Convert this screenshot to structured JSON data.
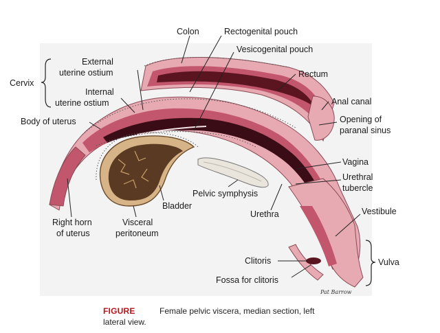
{
  "labels": {
    "colon": "Colon",
    "rectogenital_pouch": "Rectogenital pouch",
    "vesicogenital_pouch": "Vesicogenital pouch",
    "external_uterine_ostium_1": "External",
    "external_uterine_ostium_2": "uterine ostium",
    "cervix": "Cervix",
    "internal_uterine_ostium_1": "Internal",
    "internal_uterine_ostium_2": "uterine ostium",
    "rectum": "Rectum",
    "anal_canal": "Anal canal",
    "body_of_uterus": "Body of uterus",
    "opening_paranal_sinus_1": "Opening of",
    "opening_paranal_sinus_2": "paranal sinus",
    "vagina": "Vagina",
    "urethral_tubercle_1": "Urethral",
    "urethral_tubercle_2": "tubercle",
    "pelvic_symphysis": "Pelvic symphysis",
    "bladder": "Bladder",
    "right_horn_1": "Right horn",
    "right_horn_2": "of uterus",
    "visceral_peritoneum_1": "Visceral",
    "visceral_peritoneum_2": "peritoneum",
    "urethra": "Urethra",
    "vestibule": "Vestibule",
    "clitoris": "Clitoris",
    "vulva": "Vulva",
    "fossa_for_clitoris": "Fossa for clitoris",
    "signature": "Pat Barrow"
  },
  "caption": {
    "heading": "FIGURE",
    "line1": "Female pelvic viscera, median section, left",
    "line2": "lateral view."
  },
  "colors": {
    "tissue_pink": "#e7a9b2",
    "tissue_deep": "#c2566c",
    "lumen_dark": "#3a0d16",
    "bladder_tan": "#d6b488",
    "bladder_dark": "#5a3a22",
    "background_panel": "#f3f3f3",
    "caption_red": "#b5161b"
  }
}
